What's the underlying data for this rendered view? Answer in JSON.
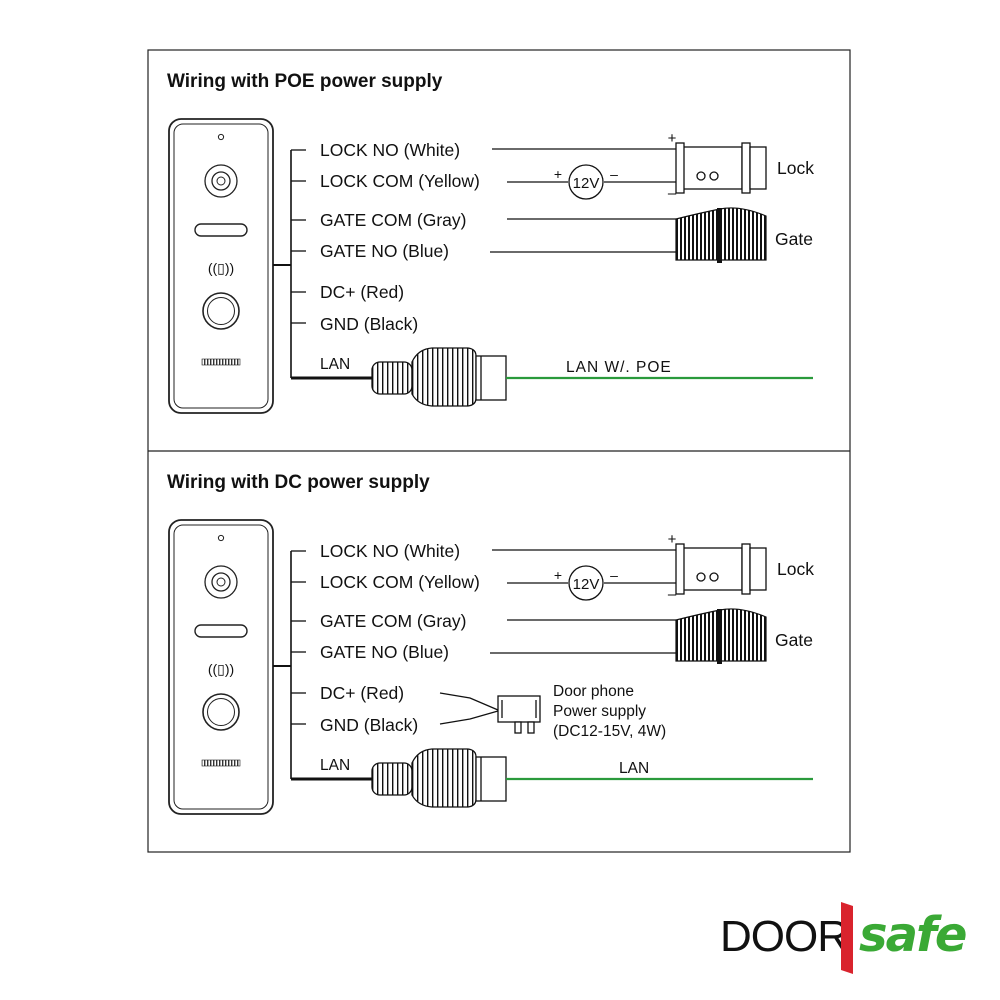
{
  "sections": [
    {
      "title": "Wiring with POE power supply",
      "wires": [
        "LOCK NO (White)",
        "LOCK COM (Yellow)",
        "GATE COM (Gray)",
        "GATE NO (Blue)",
        "DC+ (Red)",
        "GND (Black)"
      ],
      "lan_label": "LAN",
      "lan_cable_label": "LAN W/. POE",
      "lock_label": "Lock",
      "gate_label": "Gate",
      "battery_label": "12V",
      "plus": "+",
      "minus": "–"
    },
    {
      "title": "Wiring with DC power supply",
      "wires": [
        "LOCK NO (White)",
        "LOCK COM (Yellow)",
        "GATE COM (Gray)",
        "GATE NO (Blue)",
        "DC+ (Red)",
        "GND (Black)"
      ],
      "lan_label": "LAN",
      "lan_cable_label": "LAN",
      "lock_label": "Lock",
      "gate_label": "Gate",
      "battery_label": "12V",
      "plus": "+",
      "minus": "–",
      "power_supply_lines": [
        "Door phone",
        "Power supply",
        "(DC12-15V, 4W)"
      ]
    }
  ],
  "logo": {
    "left": "DOOR",
    "right": "safe",
    "left_color": "#111111",
    "right_color": "#3aa935",
    "bar_color": "#d9232d"
  },
  "colors": {
    "lan_cable": "#2a9a3c",
    "line": "#111111",
    "frame": "#222222"
  }
}
